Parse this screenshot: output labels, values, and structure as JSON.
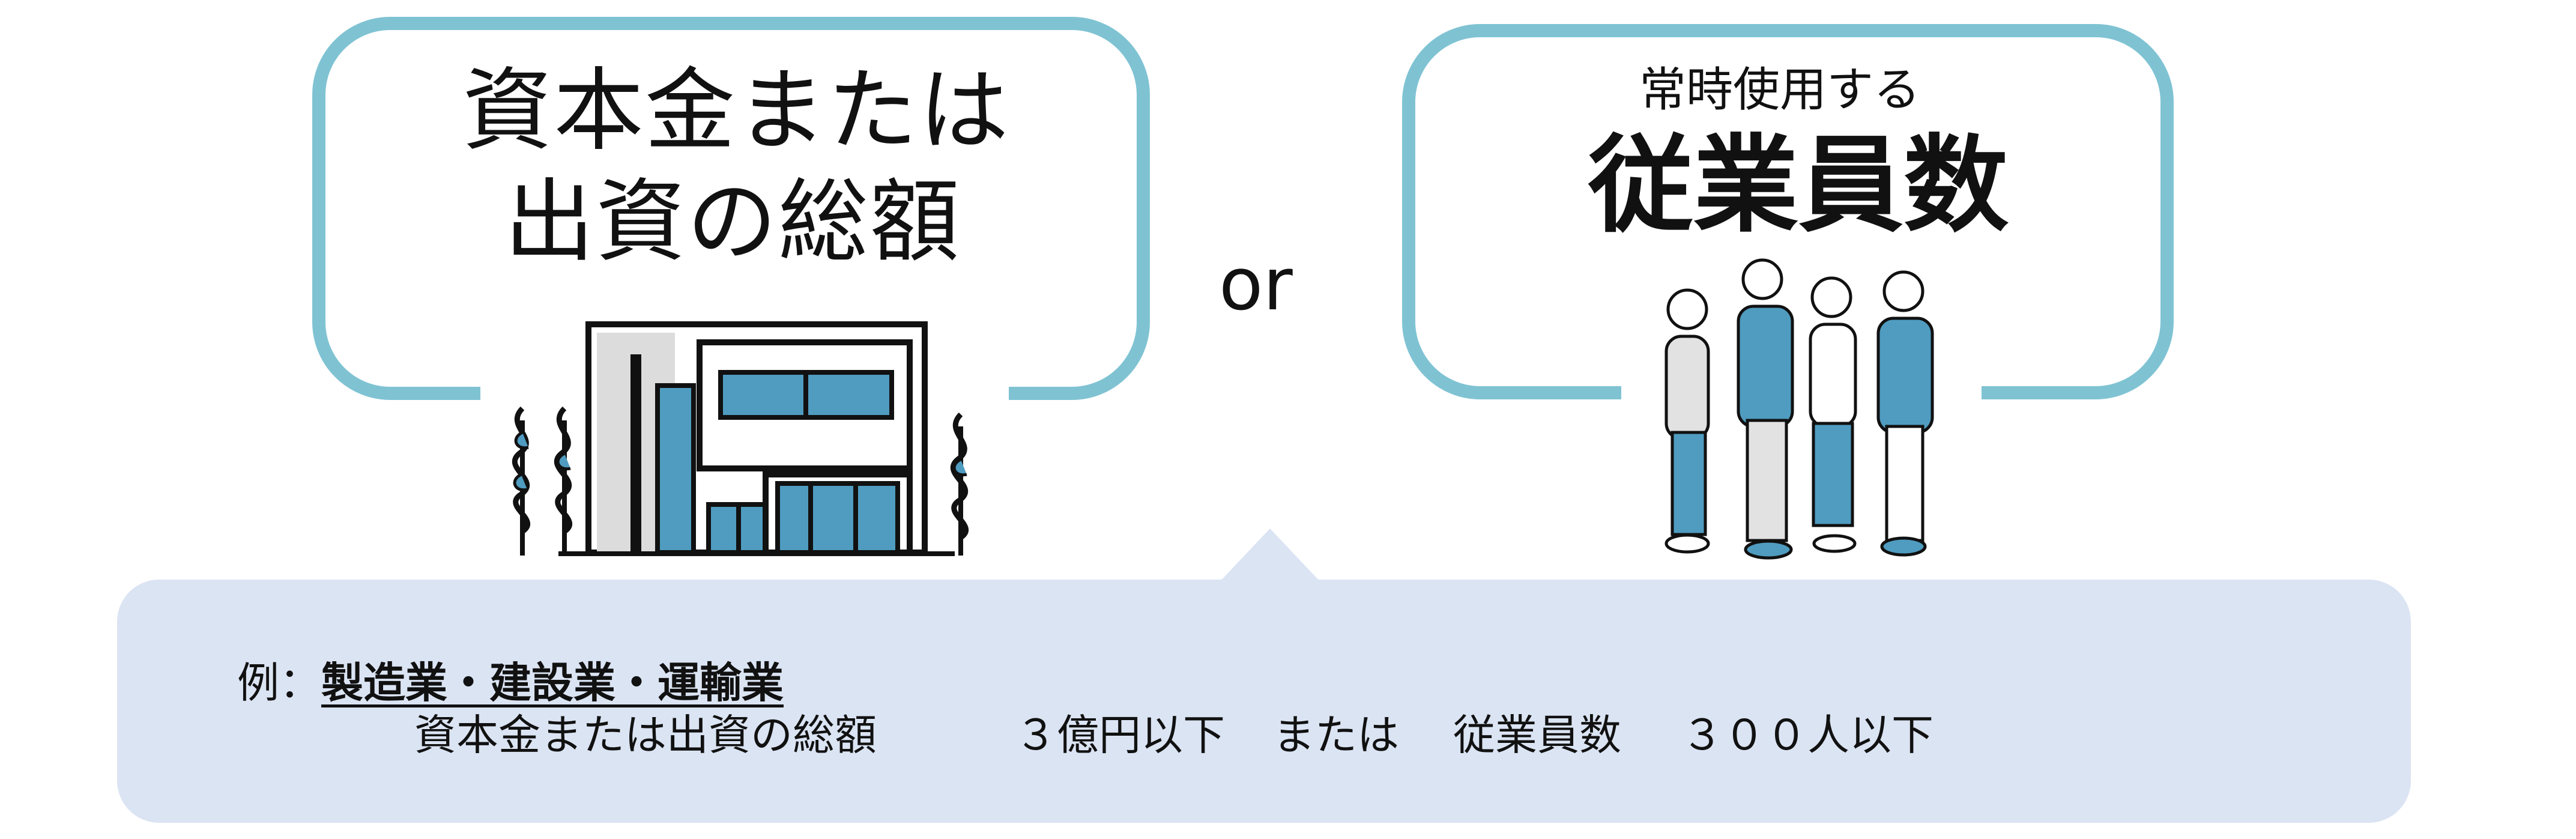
{
  "left_card": {
    "line1": "資本金または",
    "line2": "出資の総額"
  },
  "connector": "or",
  "right_card": {
    "subtitle": "常時使用する",
    "title": "従業員数"
  },
  "note": {
    "prefix": "例：",
    "industries": "製造業・建設業・運輸業",
    "criterion_label": "資本金または出資の総額",
    "capital_limit": "３億円以下",
    "or_word": "または",
    "employee_label": "従業員数",
    "employee_limit": "３００人以下"
  },
  "colors": {
    "accent": "#7fc3d3",
    "illustration_blue": "#4f9cc0",
    "note_bg": "#dbe4f3"
  },
  "icons": [
    "building-icon",
    "tree-icon",
    "people-icon"
  ]
}
